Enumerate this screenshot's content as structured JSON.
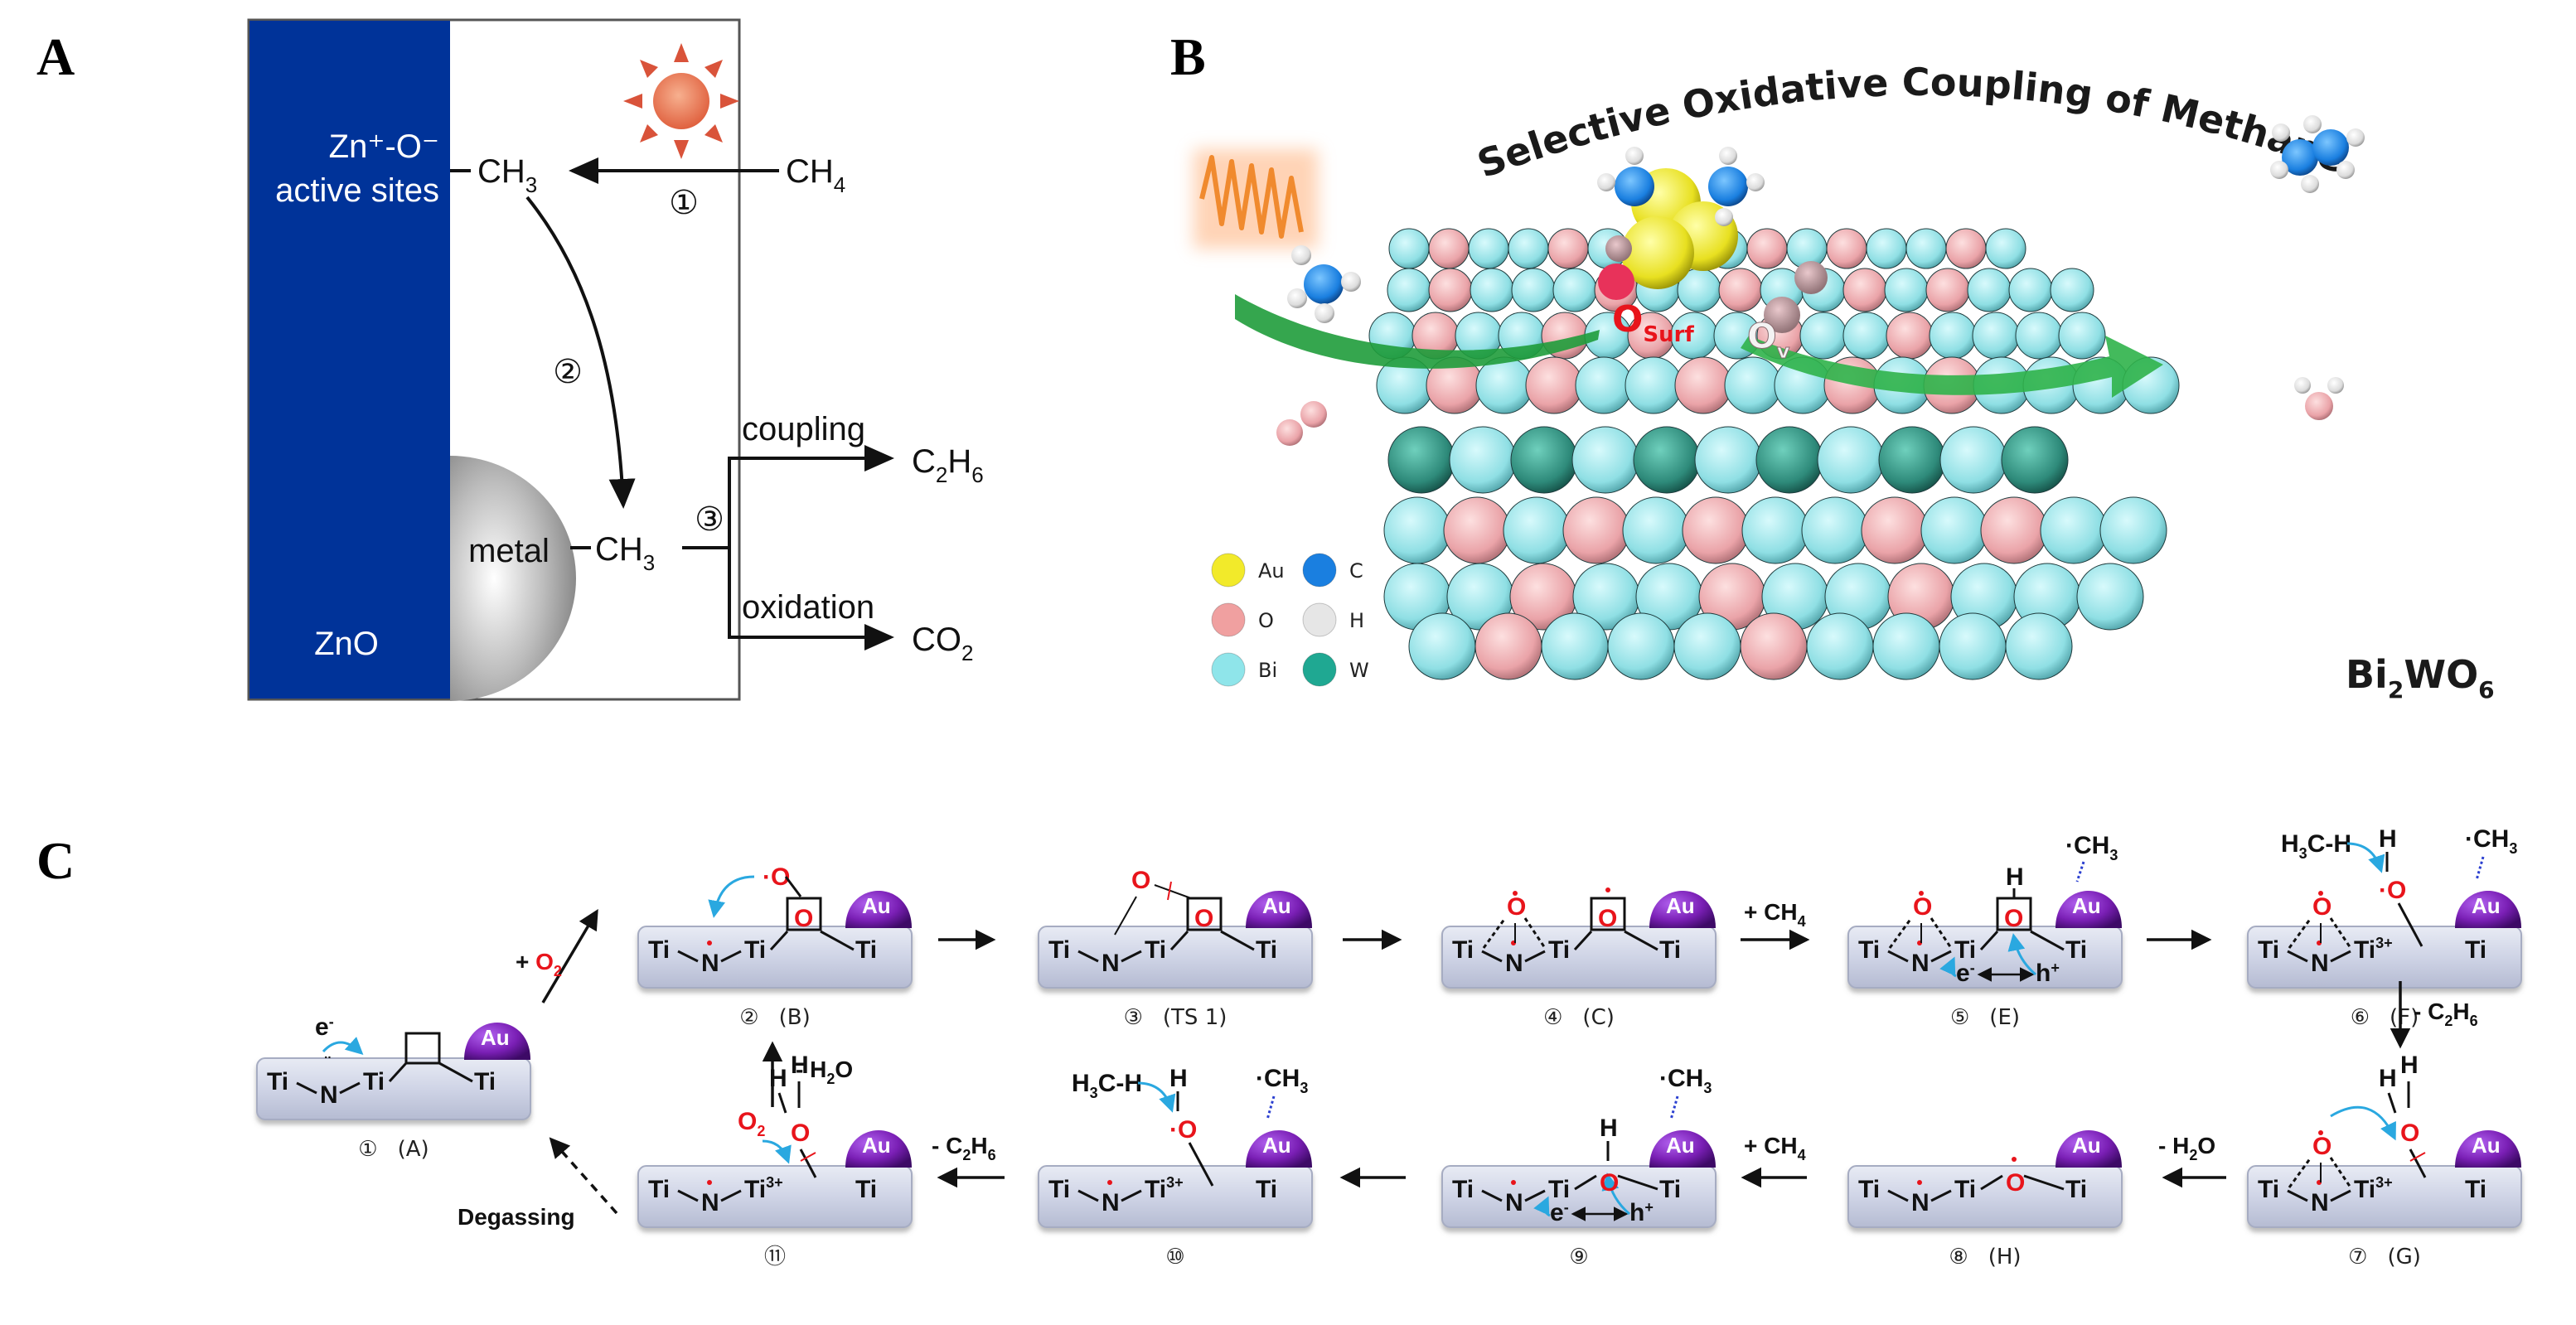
{
  "panels": {
    "a": {
      "letter": "A",
      "zno_band": {
        "label_active": "Zn⁺-O⁻",
        "label_active2": "active sites",
        "label_bottom": "ZnO",
        "color": "#003399"
      },
      "metal_label": "metal",
      "ch3_top": {
        "main": "CH",
        "sub": "3"
      },
      "ch4": {
        "main": "CH",
        "sub": "4"
      },
      "ch3_bottom": {
        "main": "CH",
        "sub": "3"
      },
      "step1": "①",
      "step2": "②",
      "step3": "③",
      "coupling": "coupling",
      "oxidation": "oxidation",
      "c2h6": {
        "c": "C",
        "s1": "2",
        "h": "H",
        "s2": "6"
      },
      "co2": {
        "main": "CO",
        "sub": "2"
      },
      "sun_color": "#e8694a"
    },
    "b": {
      "letter": "B",
      "title": "Selective Oxidative Coupling of Methane",
      "o_surf": {
        "main": "O",
        "sub": "Surf"
      },
      "o_v": {
        "main": "O",
        "sub": "v"
      },
      "material": {
        "main": "Bi",
        "s1": "2",
        "mid": "WO",
        "s2": "6"
      },
      "legend": [
        {
          "label": "Au",
          "color": "#f2ea2a"
        },
        {
          "label": "C",
          "color": "#1a7fe0"
        },
        {
          "label": "O",
          "color": "#f0a0a0"
        },
        {
          "label": "H",
          "color": "#e6e6e6"
        },
        {
          "label": "Bi",
          "color": "#8fe5ea"
        },
        {
          "label": "W",
          "color": "#1fa892"
        }
      ]
    },
    "c": {
      "letter": "C",
      "au_label": "Au",
      "au_color": "#7a1fb5",
      "states": [
        {
          "num": "①",
          "tag": "(A)"
        },
        {
          "num": "②",
          "tag": "(B)"
        },
        {
          "num": "③",
          "tag": "(TS  1)"
        },
        {
          "num": "④",
          "tag": "(C)"
        },
        {
          "num": "⑤",
          "tag": "(E)"
        },
        {
          "num": "⑥",
          "tag": "(F)"
        },
        {
          "num": "⑦",
          "tag": "(G)"
        },
        {
          "num": "⑧",
          "tag": "(H)"
        },
        {
          "num": "⑨",
          "tag": ""
        },
        {
          "num": "⑩",
          "tag": ""
        },
        {
          "num": "⑪",
          "tag": ""
        }
      ],
      "arrows": {
        "plus_o2": {
          "prefix": "+ ",
          "o": "O",
          "sub": "2"
        },
        "minus_h2o_up": {
          "pre": "- H",
          "sub": "2",
          "post": "O"
        },
        "plus_ch4_top": {
          "pre": "+ CH",
          "sub": "4"
        },
        "minus_c2h6_down": {
          "pre": "- C",
          "s1": "2",
          "mid": "H",
          "s2": "6"
        },
        "minus_h2o_bottom": {
          "pre": "- H",
          "sub": "2",
          "post": "O"
        },
        "plus_ch4_bottom": {
          "pre": "+ CH",
          "sub": "4"
        },
        "minus_c2h6_bottom": {
          "pre": "- C",
          "s1": "2",
          "mid": "H",
          "s2": "6"
        },
        "degassing": "Degassing"
      },
      "atoms": {
        "ti": "Ti",
        "n": "N",
        "ti3": "Ti",
        "ti3_sup": "3+",
        "o": "O",
        "h": "H",
        "e": "e",
        "e_sup": "-",
        "h_plus": "h",
        "h_plus_sup": "+",
        "ch3_radical": "·CH",
        "ch3_sub": "3",
        "h3ch": "H",
        "h3ch_sub": "3",
        "h3ch_rest": "C-H",
        "o2": "O",
        "o2_sub": "2"
      }
    }
  }
}
